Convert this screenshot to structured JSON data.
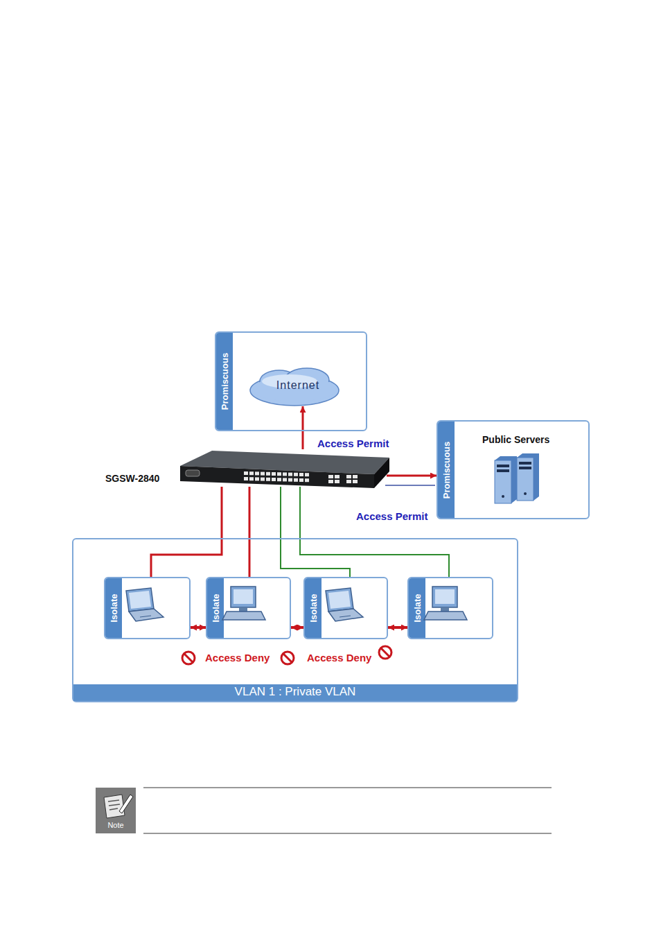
{
  "diagram": {
    "nodes": [
      {
        "text": [
          "Promiscuous"
        ]
      },
      {
        "text": [
          "Internet"
        ],
        "in": 0
      },
      {
        "text": [
          "Promiscuous",
          "Public Servers"
        ]
      },
      {
        "text": [
          "SGSW-2840"
        ]
      },
      {
        "text": [
          "VLAN 1 : Private VLAN"
        ]
      },
      {
        "text": [
          "Isolate"
        ],
        "in": 4
      },
      {
        "text": [
          "Isolate"
        ],
        "in": 4
      },
      {
        "text": [
          "Isolate"
        ],
        "in": 4
      },
      {
        "text": [
          "Isolate"
        ],
        "in": 4
      }
    ],
    "edges": [
      {
        "from": 3,
        "to": 1,
        "arrow": "to",
        "label": "Access Permit"
      },
      {
        "from": 3,
        "to": 2,
        "arrow": "to",
        "label": "Access Permit"
      },
      {
        "from": 3,
        "to": 5,
        "arrow": "none"
      },
      {
        "from": 3,
        "to": 6,
        "arrow": "none"
      },
      {
        "from": 3,
        "to": 7,
        "arrow": "none"
      },
      {
        "from": 3,
        "to": 8,
        "arrow": "none"
      },
      {
        "from": 5,
        "to": 6,
        "arrow": "both"
      },
      {
        "from": 6,
        "to": 7,
        "arrow": "both"
      },
      {
        "from": 7,
        "to": 8,
        "arrow": "both"
      }
    ],
    "labels": [
      "Access Deny",
      "Access Deny",
      "Note"
    ]
  }
}
